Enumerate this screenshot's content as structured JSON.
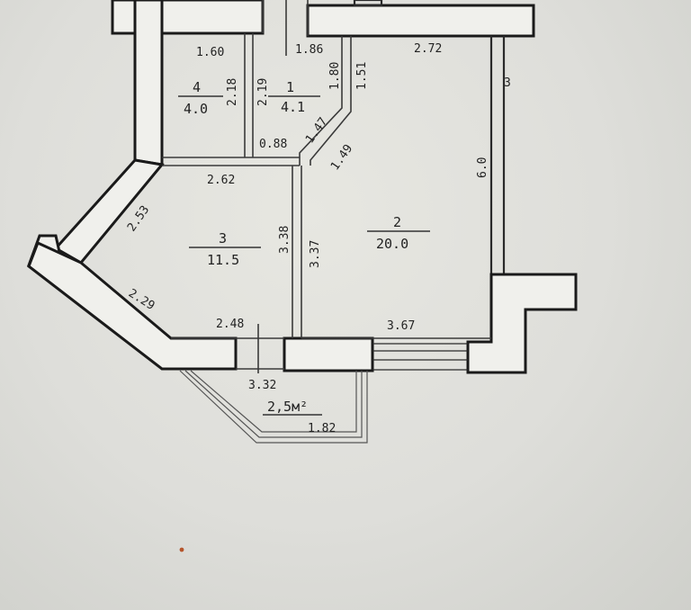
{
  "rooms": [
    {
      "id": "r1",
      "number": "1",
      "area": "4.1"
    },
    {
      "id": "r2",
      "number": "2",
      "area": "20.0"
    },
    {
      "id": "r3",
      "number": "3",
      "area": "11.5"
    },
    {
      "id": "r4",
      "number": "4",
      "area": "4.0"
    }
  ],
  "balcony": {
    "area": "2,5м²"
  },
  "dimensions": {
    "d_160": "1.60",
    "d_186": "1.86",
    "d_272": "2.72",
    "d_218": "2.18",
    "d_219": "2.19",
    "d_180": "1.80",
    "d_151": "1.51",
    "d_147": "1.47",
    "d_088": "0.88",
    "d_149": "1.49",
    "d_60": "6.0",
    "d_262": "2.62",
    "d_253": "2.53",
    "d_338": "3.38",
    "d_337": "3.37",
    "d_229": "2.29",
    "d_248": "2.48",
    "d_367": "3.67",
    "d_332": "3.32",
    "d_182": "1.82",
    "d_3": "3"
  },
  "colors": {
    "paper": "#dededa",
    "wall_fill": "#f0f0ec",
    "ink": "#1a1a1a"
  }
}
